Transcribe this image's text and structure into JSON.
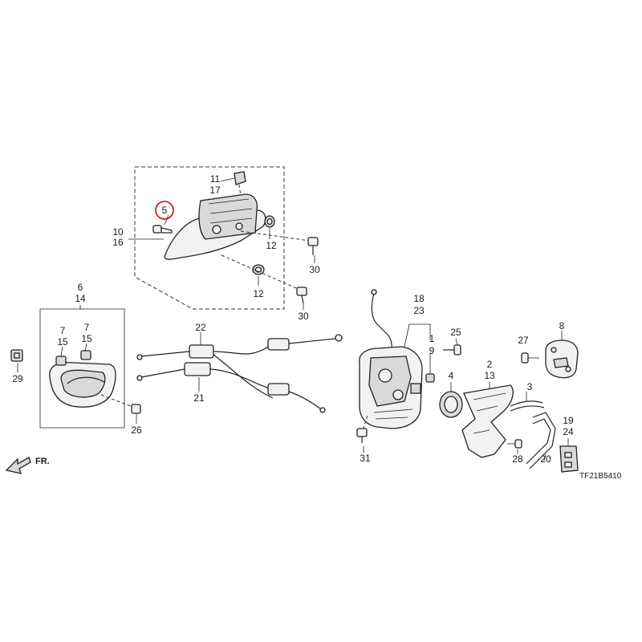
{
  "diagram": {
    "drawing_code": "TF21B5410",
    "direction_label": "FR.",
    "highlight_color": "#cc2222",
    "highlighted_part": "5",
    "callouts": {
      "p5": "5",
      "p10": "10",
      "p16": "16",
      "p11": "11",
      "p17": "17",
      "p12a": "12",
      "p12b": "12",
      "p30a": "30",
      "p30b": "30",
      "p6": "6",
      "p14": "14",
      "p7a": "7",
      "p15a": "15",
      "p7b": "7",
      "p15b": "15",
      "p29": "29",
      "p26": "26",
      "p22": "22",
      "p21": "21",
      "p18": "18",
      "p23": "23",
      "p1": "1",
      "p9": "9",
      "p25": "25",
      "p4": "4",
      "p31": "31",
      "p2": "2",
      "p13": "13",
      "p3": "3",
      "p27": "27",
      "p8": "8",
      "p19": "19",
      "p24": "24",
      "p28": "28",
      "p20": "20"
    }
  }
}
